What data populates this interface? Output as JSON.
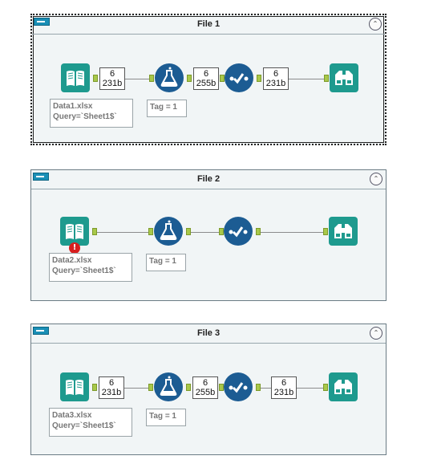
{
  "containers": [
    {
      "title": "File 1",
      "collapse_glyph": "⌃",
      "input_annotation_line1": "Data1.xlsx",
      "input_annotation_line2": "Query=`Sheet1$`",
      "formula_annotation": "Tag = 1",
      "counts": [
        {
          "records": "6",
          "size": "231b"
        },
        {
          "records": "6",
          "size": "255b"
        },
        {
          "records": "6",
          "size": "231b"
        }
      ],
      "error": false
    },
    {
      "title": "File 2",
      "collapse_glyph": "⌃",
      "input_annotation_line1": "Data2.xlsx",
      "input_annotation_line2": "Query=`Sheet1$`",
      "formula_annotation": "Tag = 1",
      "counts": [],
      "error": true,
      "error_glyph": "!"
    },
    {
      "title": "File 3",
      "collapse_glyph": "⌃",
      "input_annotation_line1": "Data3.xlsx",
      "input_annotation_line2": "Query=`Sheet1$`",
      "formula_annotation": "Tag = 1",
      "counts": [
        {
          "records": "6",
          "size": "231b"
        },
        {
          "records": "6",
          "size": "255b"
        },
        {
          "records": "6",
          "size": "231b"
        }
      ],
      "error": false
    }
  ],
  "icons": {
    "container": "container-icon",
    "input": "book-input-icon",
    "formula": "flask-formula-icon",
    "filter": "checkmark-filter-icon",
    "browse": "binoculars-browse-icon"
  },
  "colors": {
    "teal_tool": "#1e9a8e",
    "blue_tool": "#1c5c93",
    "anchor": "#a8c84a",
    "error": "#d81e1e"
  }
}
